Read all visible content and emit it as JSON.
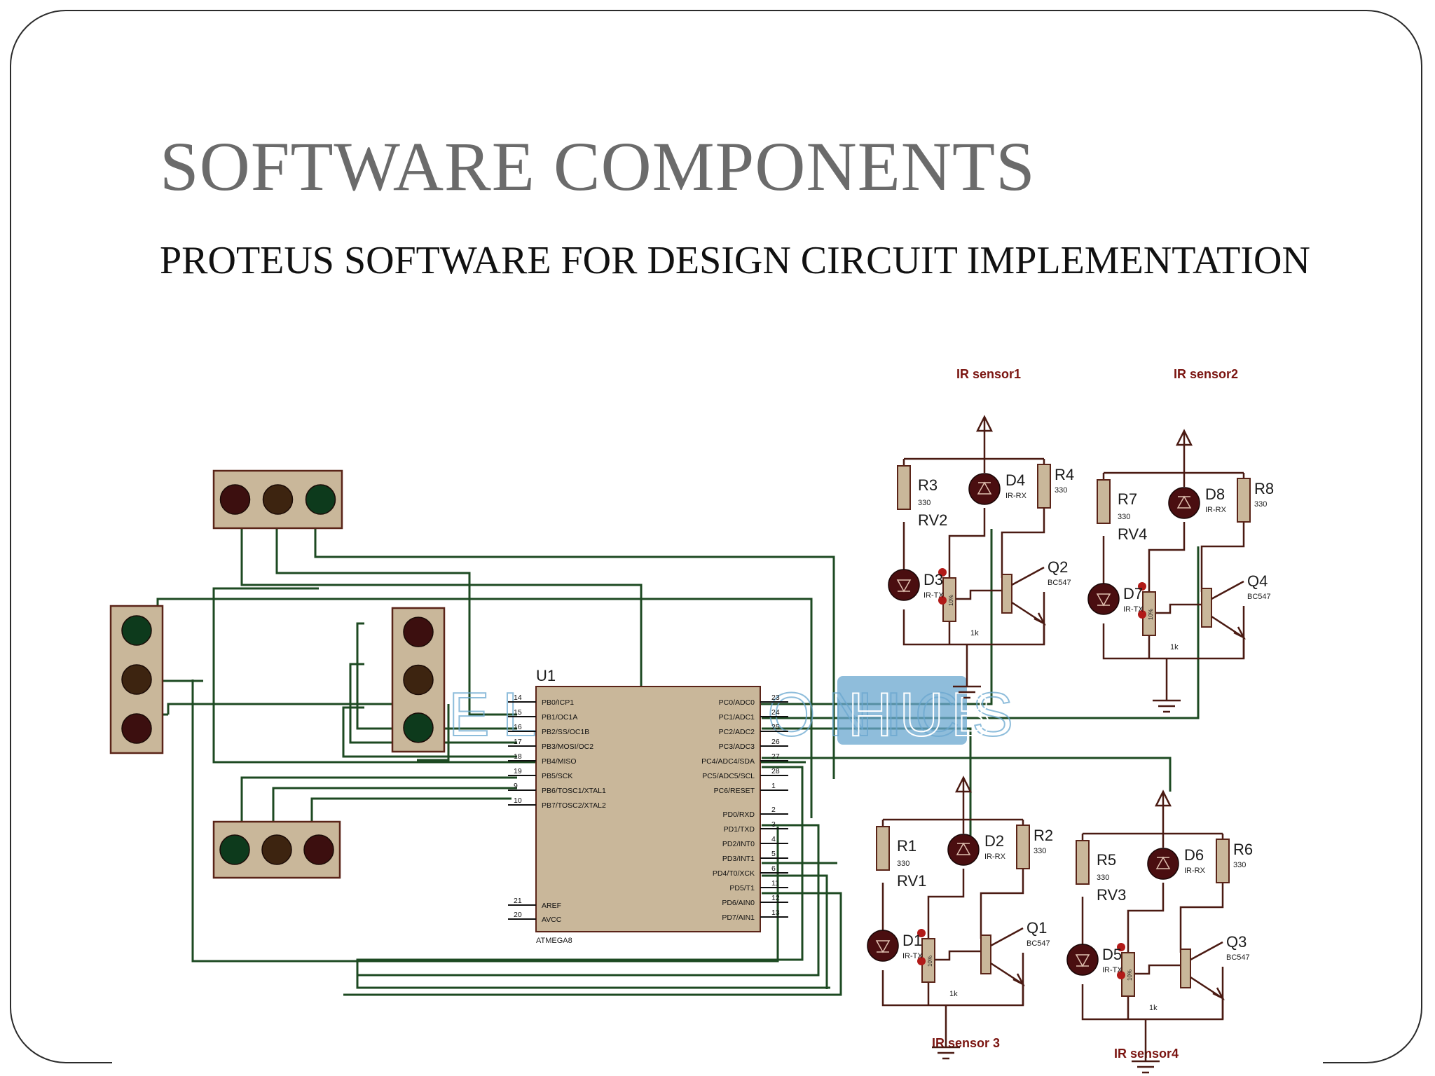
{
  "title": "SOFTWARE COMPONENTS",
  "subtitle": "PROTEUS SOFTWARE FOR DESIGN CIRCUIT IMPLEMENTATION",
  "colors": {
    "title": "#6b6b6b",
    "wire": "#1d4a22",
    "component_body": "#c9b79a",
    "component_outline": "#5a2418",
    "led_red": "#3c0f0f",
    "led_green": "#0d3a1c",
    "led_amber": "#3d2410",
    "watermark": "#69a7cf",
    "sensor_label": "#7a1410"
  },
  "watermark": {
    "left": "ELECTRONICS",
    "right": "HUB"
  },
  "mcu": {
    "ref": "U1",
    "part": "ATMEGA8",
    "left_pins": [
      {
        "num": "14",
        "name": "PB0/ICP1"
      },
      {
        "num": "15",
        "name": "PB1/OC1A"
      },
      {
        "num": "16",
        "name": "PB2/SS/OC1B"
      },
      {
        "num": "17",
        "name": "PB3/MOSI/OC2"
      },
      {
        "num": "18",
        "name": "PB4/MISO"
      },
      {
        "num": "19",
        "name": "PB5/SCK"
      },
      {
        "num": "9",
        "name": "PB6/TOSC1/XTAL1"
      },
      {
        "num": "10",
        "name": "PB7/TOSC2/XTAL2"
      }
    ],
    "left_bottom_pins": [
      {
        "num": "21",
        "name": "AREF"
      },
      {
        "num": "20",
        "name": "AVCC"
      }
    ],
    "right_top_pins": [
      {
        "num": "23",
        "name": "PC0/ADC0"
      },
      {
        "num": "24",
        "name": "PC1/ADC1"
      },
      {
        "num": "25",
        "name": "PC2/ADC2"
      },
      {
        "num": "26",
        "name": "PC3/ADC3"
      },
      {
        "num": "27",
        "name": "PC4/ADC4/SDA"
      },
      {
        "num": "28",
        "name": "PC5/ADC5/SCL"
      },
      {
        "num": "1",
        "name": "PC6/RESET"
      }
    ],
    "right_bottom_pins": [
      {
        "num": "2",
        "name": "PD0/RXD"
      },
      {
        "num": "3",
        "name": "PD1/TXD"
      },
      {
        "num": "4",
        "name": "PD2/INT0"
      },
      {
        "num": "5",
        "name": "PD3/INT1"
      },
      {
        "num": "6",
        "name": "PD4/T0/XCK"
      },
      {
        "num": "11",
        "name": "PD5/T1"
      },
      {
        "num": "12",
        "name": "PD6/AIN0"
      },
      {
        "num": "13",
        "name": "PD7/AIN1"
      }
    ]
  },
  "sensors": [
    {
      "title": "IR sensor1",
      "r_a": "R3",
      "r_a_val": "330",
      "r_b": "R4",
      "r_b_val": "330",
      "rv": "RV2",
      "rx": "D4",
      "rx_type": "IR-RX",
      "tx": "D3",
      "tx_type": "IR-TX",
      "q": "Q2",
      "q_type": "BC547",
      "pot_val": "1k",
      "pot_rating": "10%"
    },
    {
      "title": "IR sensor2",
      "r_a": "R7",
      "r_a_val": "330",
      "r_b": "R8",
      "r_b_val": "330",
      "rv": "RV4",
      "rx": "D8",
      "rx_type": "IR-RX",
      "tx": "D7",
      "tx_type": "IR-TX",
      "q": "Q4",
      "q_type": "BC547",
      "pot_val": "1k",
      "pot_rating": "10%"
    },
    {
      "title": "IR sensor 3",
      "r_a": "R1",
      "r_a_val": "330",
      "r_b": "R2",
      "r_b_val": "330",
      "rv": "RV1",
      "rx": "D2",
      "rx_type": "IR-RX",
      "tx": "D1",
      "tx_type": "IR-TX",
      "q": "Q1",
      "q_type": "BC547",
      "pot_val": "1k",
      "pot_rating": "10%"
    },
    {
      "title": "IR sensor4",
      "r_a": "R5",
      "r_a_val": "330",
      "r_b": "R6",
      "r_b_val": "330",
      "rv": "RV3",
      "rx": "D6",
      "rx_type": "IR-RX",
      "tx": "D5",
      "tx_type": "IR-TX",
      "q": "Q3",
      "q_type": "BC547",
      "pot_val": "1k",
      "pot_rating": "10%"
    }
  ],
  "traffic_lights": [
    {
      "id": "top",
      "orientation": "horizontal",
      "lamps": [
        "red",
        "amber",
        "green"
      ]
    },
    {
      "id": "left",
      "orientation": "vertical",
      "lamps": [
        "green",
        "amber",
        "red"
      ]
    },
    {
      "id": "middle",
      "orientation": "vertical",
      "lamps": [
        "red",
        "amber",
        "green"
      ]
    },
    {
      "id": "bottom",
      "orientation": "horizontal",
      "lamps": [
        "green",
        "amber",
        "red"
      ]
    }
  ]
}
